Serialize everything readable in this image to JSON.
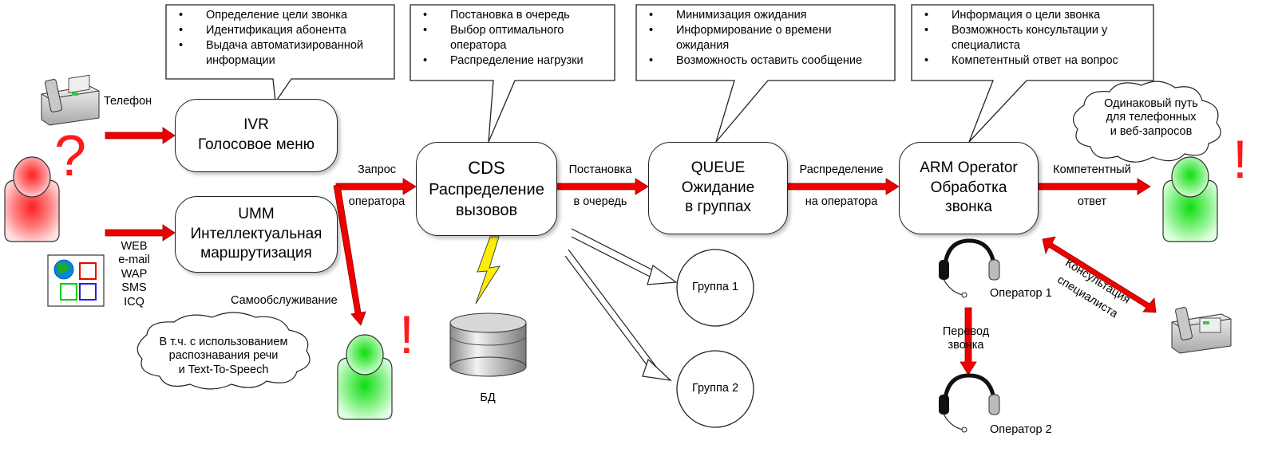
{
  "callouts": [
    [
      "Определение цели звонка",
      "Идентификация абонента",
      "Выдача автоматизированной",
      "информации"
    ],
    [
      "Постановка в очередь",
      "Выбор оптимального",
      "оператора",
      "Распределение нагрузки"
    ],
    [
      "Минимизация ожидания",
      "Информирование о времени",
      "ожидания",
      "Возможность оставить сообщение"
    ],
    [
      "Информация о цели звонка",
      "Возможность консультации у",
      "специалиста",
      "Компетентный ответ на вопрос"
    ]
  ],
  "boxes": {
    "ivr": [
      "IVR",
      "Голосовое меню"
    ],
    "umm": [
      "UMM",
      "Интеллектуальная",
      "маршрутизация"
    ],
    "cds": [
      "CDS",
      "Распределение",
      "вызовов"
    ],
    "queue": [
      "QUEUE",
      "Ожидание",
      "в группах"
    ],
    "arm": [
      "ARM Operator",
      "Обработка",
      "звонка"
    ]
  },
  "groups": [
    "Группа 1",
    "Группа 2"
  ],
  "labels": {
    "phone": "Телефон",
    "web_channels": [
      "WEB",
      "e-mail",
      "WAP",
      "SMS",
      "ICQ"
    ],
    "request": [
      "Запрос",
      "оператора"
    ],
    "enqueue": [
      "Постановка",
      "в очередь"
    ],
    "distribute": [
      "Распределение",
      "на оператора"
    ],
    "answer": [
      "Компетентный",
      "ответ"
    ],
    "self_service": "Самообслуживание",
    "db": "БД",
    "operator1": "Оператор 1",
    "operator2": "Оператор 2",
    "transfer": [
      "Перевод",
      "звонка"
    ],
    "consult": [
      "Консультация",
      "специалиста"
    ]
  },
  "clouds": {
    "same_path": [
      "Одинаковый путь",
      "для телефонных",
      "и веб-запросов"
    ],
    "speech": [
      "В т.ч. с использованием",
      "распознавания речи",
      "и Text-To-Speech"
    ]
  },
  "symbols": {
    "question": "?",
    "exclamation": "!"
  },
  "colors": {
    "arrow": "#ee0000",
    "unhappy_user": "#ff3333",
    "happy_user": "#22dd22",
    "lightning": "#ffee00"
  }
}
